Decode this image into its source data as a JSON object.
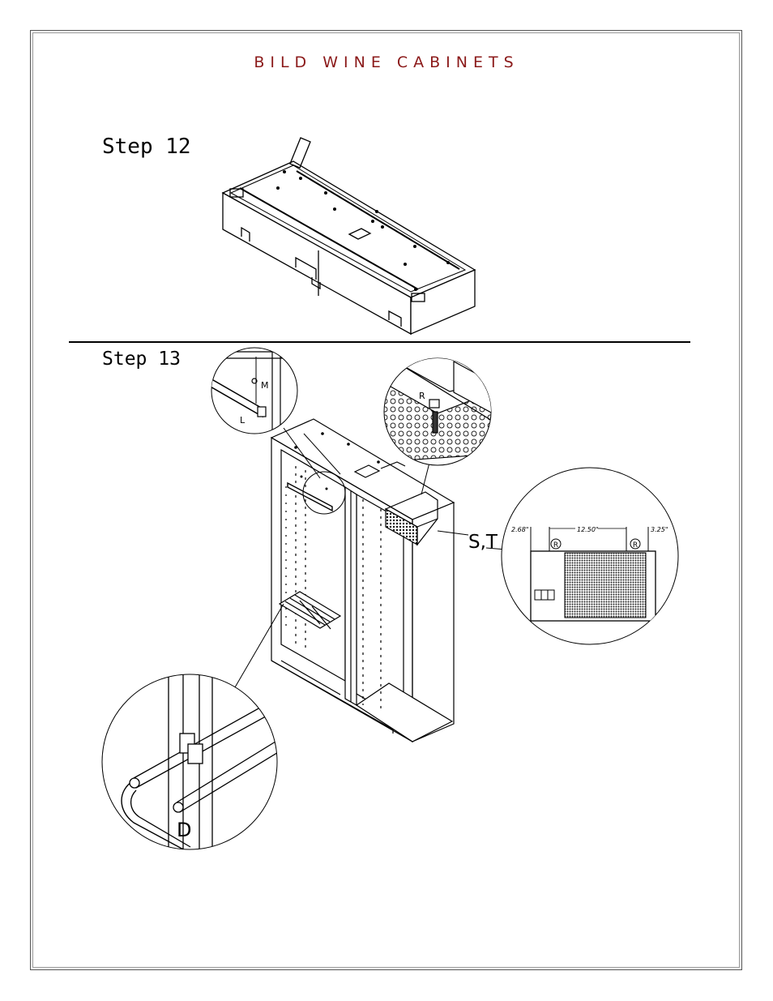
{
  "header": {
    "brand": "BILD WINE CABINETS"
  },
  "steps": {
    "step12": "Step 12",
    "step13": "Step 13"
  },
  "callouts": {
    "m": "M",
    "l": "L",
    "r": "R",
    "st": "S,T",
    "d": "D",
    "circled_r": "R"
  },
  "dimensions": {
    "left": "2.68\"",
    "center": "12.50\"",
    "right": "3.25\""
  }
}
